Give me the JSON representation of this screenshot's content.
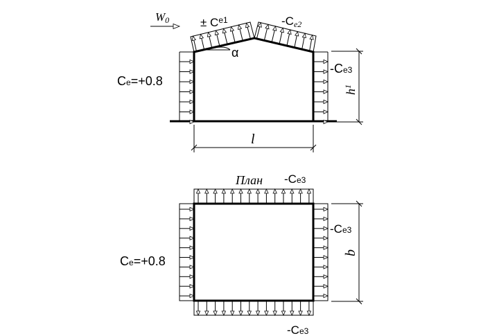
{
  "elevation": {
    "wind_label": "W",
    "wind_sub": "0",
    "roof_left_prefix": "± C",
    "roof_left_sub": "e1",
    "roof_right_prefix": "-C",
    "roof_right_sub": "e2",
    "angle_label": "α",
    "left_coef_prefix": "C",
    "left_coef_sub": "e",
    "left_coef_value": "=+0.8",
    "right_coef_prefix": "-C",
    "right_coef_sub": "e3",
    "height_label": "h",
    "height_sub": "1",
    "span_label": "l"
  },
  "plan": {
    "title": "План",
    "top_coef_prefix": "-C",
    "top_coef_sub": "e3",
    "right_coef_prefix": "-C",
    "right_coef_sub": "e3",
    "bottom_coef_prefix": "-C",
    "bottom_coef_sub": "e3",
    "left_coef_prefix": "C",
    "left_coef_sub": "e",
    "left_coef_value": "=+0.8",
    "width_label": "b"
  }
}
